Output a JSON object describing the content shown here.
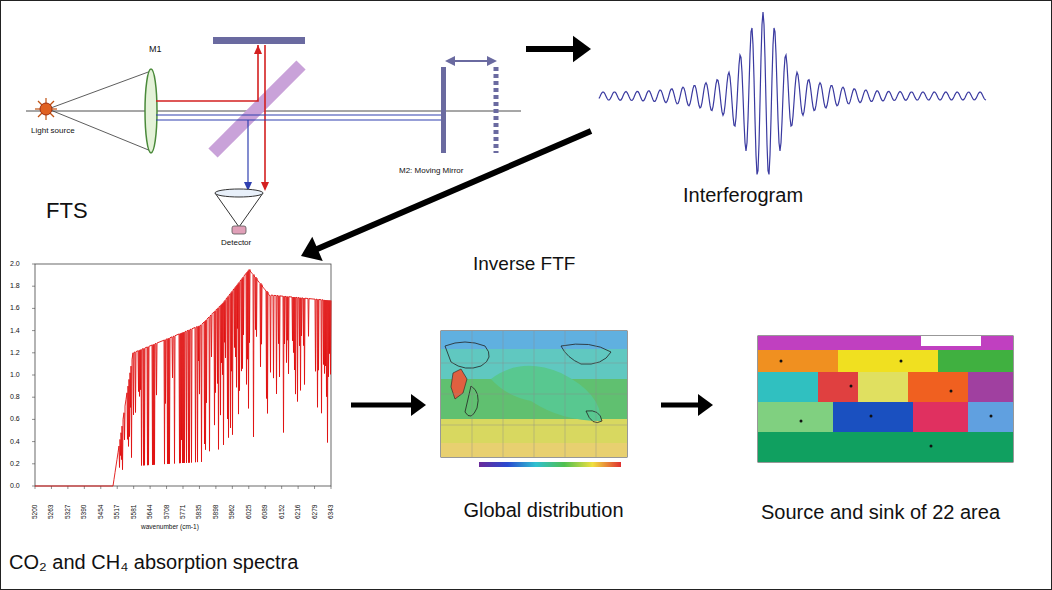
{
  "diagram": {
    "nodes": [
      {
        "text": [
          "FTS"
        ]
      },
      {
        "text": [
          "Interferogram"
        ]
      },
      {
        "text": [
          "CO₂ and CH₄ absorption spectra"
        ]
      },
      {
        "text": [
          "Global distribution"
        ]
      },
      {
        "text": [
          "Source and sink of 22 area"
        ]
      }
    ],
    "edges": [
      {
        "from": 0,
        "to": 1,
        "arrow": "to"
      },
      {
        "from": 1,
        "to": 2,
        "label": "Inverse FTF",
        "arrow": "to"
      },
      {
        "from": 2,
        "to": 3,
        "arrow": "to"
      },
      {
        "from": 3,
        "to": 4,
        "arrow": "to"
      }
    ],
    "labels": [
      "M1",
      "Light source",
      "M2: Moving Mirror",
      "Detector",
      "0.0",
      "0.2",
      "0.4",
      "0.6",
      "0.8",
      "1.0",
      "1.2",
      "1.4",
      "1.6",
      "1.8",
      "2.0",
      "5200",
      "5263",
      "5327",
      "5390",
      "5454",
      "5517",
      "5581",
      "5644",
      "5708",
      "5771",
      "5835",
      "5898",
      "5962",
      "6025",
      "6089",
      "6152",
      "6216",
      "6279",
      "6343",
      "wavenumber (cm-1)"
    ]
  }
}
